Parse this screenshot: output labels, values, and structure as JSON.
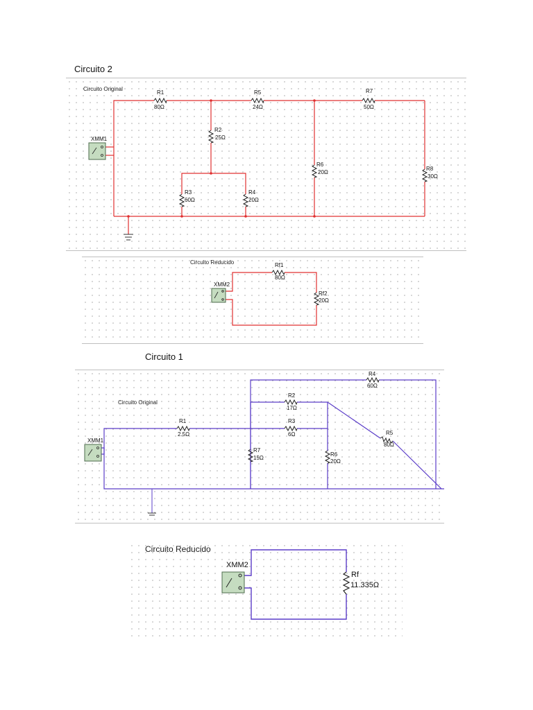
{
  "circuit2": {
    "heading": "Circuito 2",
    "original": {
      "caption": "Circuito Original",
      "meter": "XMM1",
      "wire_color": "#e03030",
      "resistors": [
        {
          "name": "R1",
          "value": "80Ω"
        },
        {
          "name": "R5",
          "value": "24Ω"
        },
        {
          "name": "R7",
          "value": "50Ω"
        },
        {
          "name": "R2",
          "value": "25Ω"
        },
        {
          "name": "R6",
          "value": "20Ω"
        },
        {
          "name": "R8",
          "value": "30Ω"
        },
        {
          "name": "R3",
          "value": "60Ω"
        },
        {
          "name": "R4",
          "value": "20Ω"
        }
      ]
    },
    "reduced": {
      "caption": "Circuito Reducido",
      "meter": "XMM2",
      "resistors": [
        {
          "name": "Rf1",
          "value": "80Ω"
        },
        {
          "name": "Rf2",
          "value": "20Ω"
        }
      ]
    }
  },
  "circuit1": {
    "heading": "Circuito 1",
    "original": {
      "caption": "Circuito Original",
      "meter": "XMM1",
      "wire_color": "#5a3cc8",
      "resistors": [
        {
          "name": "R4",
          "value": "60Ω"
        },
        {
          "name": "R2",
          "value": "17Ω"
        },
        {
          "name": "R1",
          "value": "2.5Ω"
        },
        {
          "name": "R3",
          "value": "6Ω"
        },
        {
          "name": "R5",
          "value": "80Ω"
        },
        {
          "name": "R7",
          "value": "15Ω"
        },
        {
          "name": "R6",
          "value": "20Ω"
        }
      ]
    },
    "reduced": {
      "caption": "Circuito Reducido",
      "meter": "XMM2",
      "resistors": [
        {
          "name": "Rf",
          "value": "11.335Ω"
        }
      ]
    }
  }
}
